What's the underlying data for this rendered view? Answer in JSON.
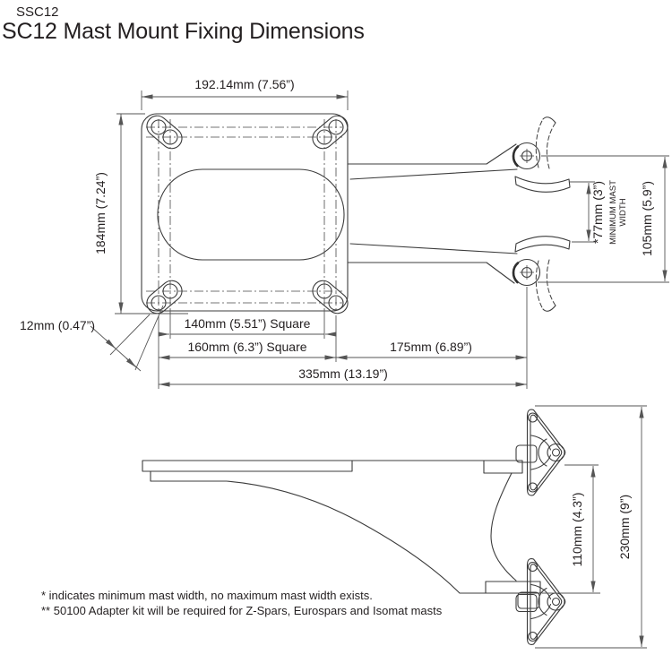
{
  "header": {
    "model_code": "SSC12",
    "title": "SC12 Mast Mount Fixing Dimensions"
  },
  "top_view": {
    "dims": {
      "plate_width": "192.14mm (7.56”)",
      "plate_height": "184mm (7.24”)",
      "slot_width": "12mm (0.47”)",
      "hole_square_inner": "140mm (5.51”) Square",
      "hole_square_outer": "160mm (6.3”) Square",
      "arm_length": "175mm (6.89”)",
      "total_length": "335mm (13.19”)",
      "min_mast_width": "*77mm (3”)",
      "min_mast_note_1": "MINIMUM MAST",
      "min_mast_note_2": "WIDTH",
      "mast_bracket_span": "105mm (5.9”)"
    }
  },
  "side_view": {
    "dims": {
      "clamp_spacing": "110mm (4.3”)",
      "overall_height": "230mm (9”)"
    }
  },
  "notes": [
    "* indicates minimum mast width, no maximum mast width exists.",
    "** 50100 Adapter kit will be required for Z-Spars, Eurospars and Isomat masts"
  ]
}
